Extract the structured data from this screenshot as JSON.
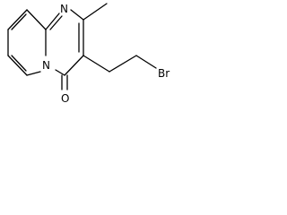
{
  "atoms": {
    "ring_n": "N",
    "bridge_n": "N",
    "carbonyl_o": "O",
    "bromine": "Br"
  }
}
